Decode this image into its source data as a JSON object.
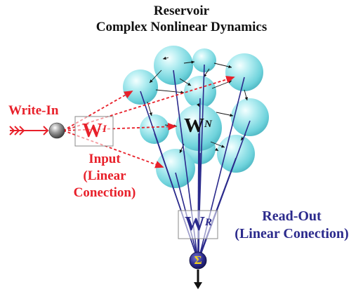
{
  "title": {
    "line1": "Reservoir",
    "line2": "Complex Nonlinear Dynamics"
  },
  "input": {
    "write_in": "Write-In",
    "weight_main": "W",
    "weight_sup": "I",
    "label_line1": "Input",
    "label_line2": "(Linear",
    "label_line3": "Conection)"
  },
  "reservoir": {
    "weight_main": "W",
    "weight_sup": "N"
  },
  "readout": {
    "weight_main": "W",
    "weight_sup": "R",
    "label_line1": "Read-Out",
    "label_line2": "(Linear Conection)",
    "sum_symbol": "Σ"
  },
  "colors": {
    "input": "#e8202a",
    "readout": "#2b2a8c",
    "node_fill": "#8fe0e6",
    "text": "#111111"
  },
  "icons": {
    "input_arrow": "feather-arrow-icon",
    "input_node": "sphere-node-icon",
    "sum_node": "summation-node-icon",
    "output_arrow": "down-arrow-icon"
  }
}
